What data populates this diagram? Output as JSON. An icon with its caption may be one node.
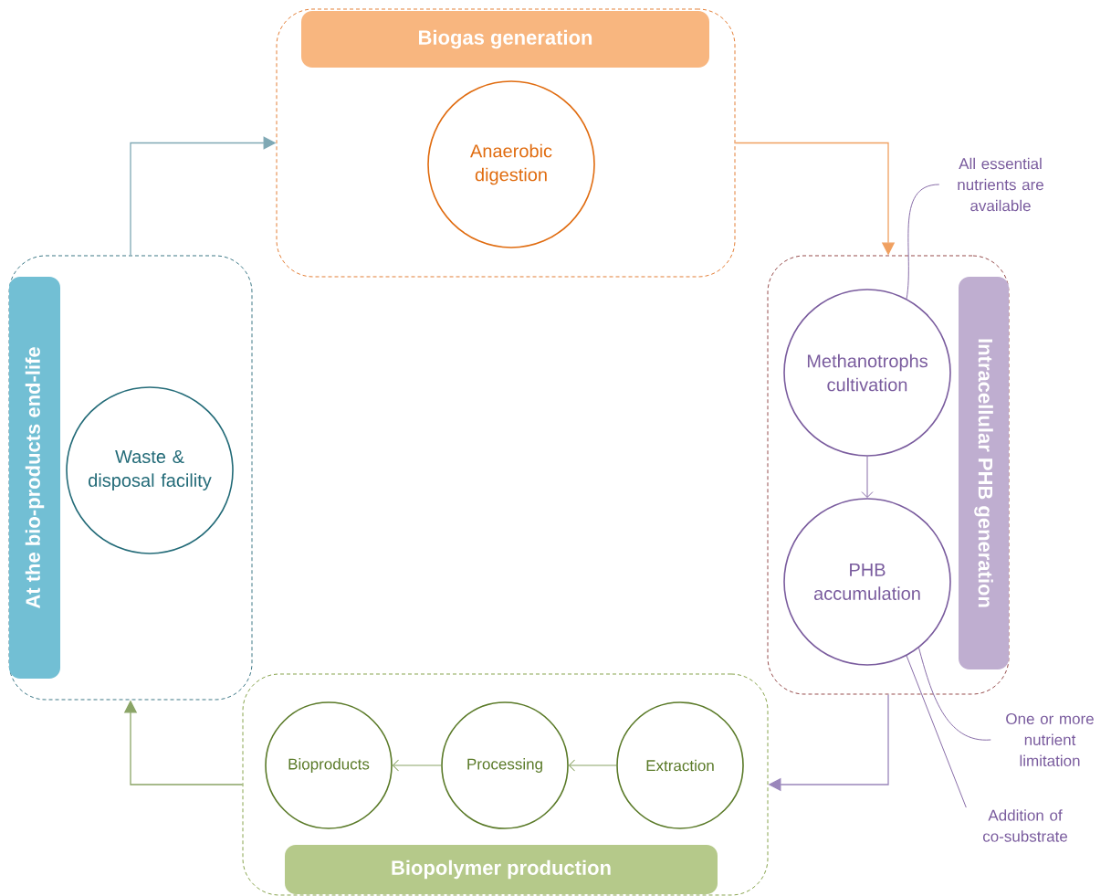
{
  "diagram": {
    "nodes": [
      {
        "text": [
          "Biogas generation"
        ]
      },
      {
        "text": [
          "Anaerobic digestion"
        ],
        "in": 0
      },
      {
        "text": [
          "Intracellular PHB generation"
        ]
      },
      {
        "text": [
          "Methanotrophs cultivation"
        ],
        "in": 2
      },
      {
        "text": [
          "PHB accumulation"
        ],
        "in": 2
      },
      {
        "text": [
          "Biopolymer production"
        ]
      },
      {
        "text": [
          "Bioproducts"
        ],
        "in": 5
      },
      {
        "text": [
          "Processing"
        ],
        "in": 5
      },
      {
        "text": [
          "Extraction"
        ],
        "in": 5
      },
      {
        "text": [
          "At the bio-products end-life"
        ]
      },
      {
        "text": [
          "Waste & disposal facility"
        ],
        "in": 9
      },
      {
        "text": [
          "All essential nutrients are available"
        ]
      },
      {
        "text": [
          "One or more nutrient limitation"
        ]
      },
      {
        "text": [
          "Addition of co-substrate"
        ]
      }
    ],
    "edges": [
      {
        "from": 0,
        "to": 2,
        "arrow": "to",
        "color": "#f0a060"
      },
      {
        "from": 2,
        "to": 5,
        "arrow": "to",
        "color": "#9a86bb"
      },
      {
        "from": 5,
        "to": 9,
        "arrow": "to",
        "color": "#8aa466"
      },
      {
        "from": 9,
        "to": 0,
        "arrow": "to",
        "color": "#7fa8b4"
      },
      {
        "from": 3,
        "to": 4,
        "arrow": "to",
        "color": "#7a5c9e"
      },
      {
        "from": 8,
        "to": 7,
        "arrow": "to",
        "color": "#8aa466"
      },
      {
        "from": 7,
        "to": 6,
        "arrow": "to",
        "color": "#8aa466"
      },
      {
        "from": 11,
        "to": 3,
        "arrow": "none",
        "color": "#7a5c9e"
      },
      {
        "from": 12,
        "to": 4,
        "arrow": "none",
        "color": "#7a5c9e"
      },
      {
        "from": 13,
        "to": 4,
        "arrow": "none",
        "color": "#7a5c9e"
      }
    ]
  }
}
